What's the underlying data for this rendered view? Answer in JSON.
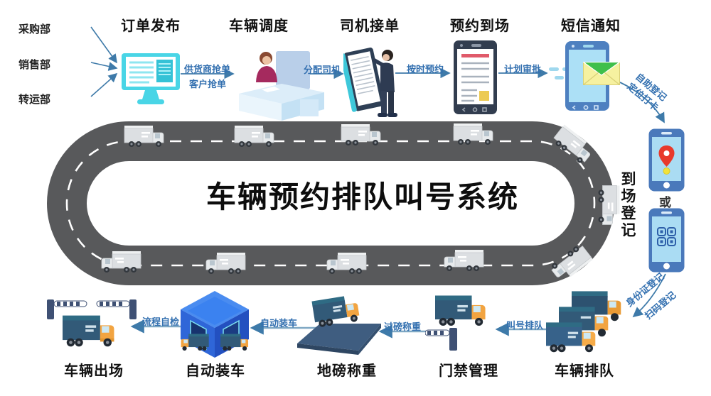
{
  "title": "车辆预约排队叫号系统",
  "departments": [
    {
      "label": "采购部"
    },
    {
      "label": "销售部"
    },
    {
      "label": "转运部"
    }
  ],
  "top_flow": {
    "steps": [
      {
        "label": "订单发布"
      },
      {
        "label": "车辆调度"
      },
      {
        "label": "司机接单"
      },
      {
        "label": "预约到场"
      },
      {
        "label": "短信通知"
      }
    ],
    "arrow_labels": {
      "grab_order_line1": "供货商抢单",
      "grab_order_line2": "客户抢单",
      "assign_driver": "分配司机",
      "on_time_reserve": "按时预约",
      "plan_approval": "计划审批"
    }
  },
  "right_flow": {
    "self_register": "自助登记",
    "locate_punch": "定位打卡",
    "arrival_register": "到场登记",
    "or": "或",
    "id_register": "身份证登记",
    "scan_register": "扫码登记"
  },
  "bottom_flow": {
    "steps": [
      {
        "label": "车辆出场"
      },
      {
        "label": "自动装车"
      },
      {
        "label": "地磅称重"
      },
      {
        "label": "门禁管理"
      },
      {
        "label": "车辆排队"
      }
    ],
    "arrow_labels": {
      "call_number_queue": "叫号排队",
      "weigh_on_scale": "过磅称重",
      "auto_loading": "自动装车",
      "process_self_check": "流程自检"
    }
  },
  "colors": {
    "road": "#58595b",
    "arrow_blue": "#3e7aa9",
    "label_blue": "#3370b0",
    "accent_cyan": "#49d5e6",
    "navy": "#3d4e71",
    "truck_navy": "#325a78",
    "truck_orange": "#f2a441",
    "building_blue": "#2f66d8",
    "envelope_green": "#3fbf4a",
    "envelope_yellow": "#f6f1a0",
    "pin_red": "#e8392b"
  }
}
